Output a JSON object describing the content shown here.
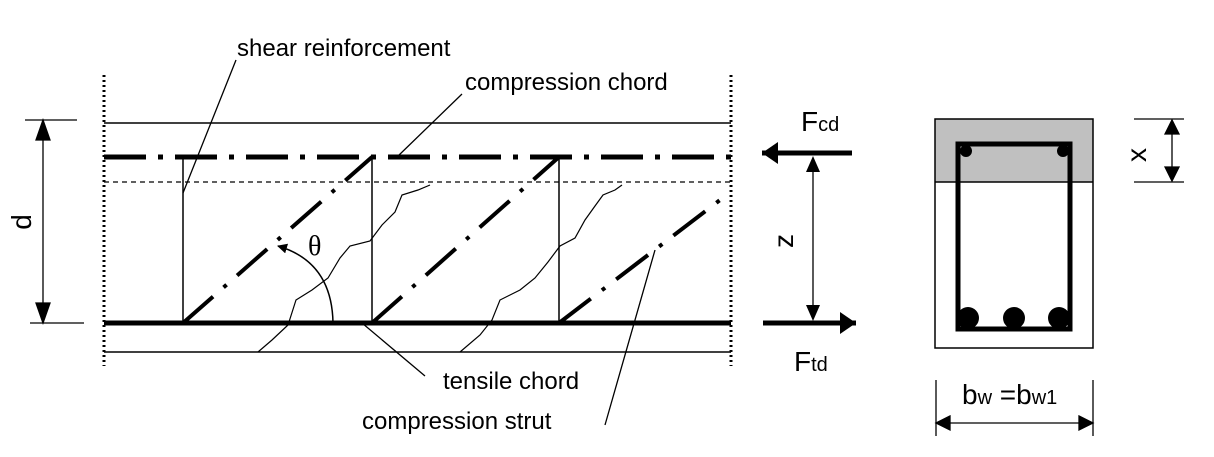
{
  "labels": {
    "shear_reinforcement": "shear reinforcement",
    "compression_chord": "compression chord",
    "tensile_chord": "tensile chord",
    "compression_strut": "compression strut",
    "angle": "θ",
    "depth": "d",
    "lever_arm": "z",
    "neutral_axis_depth": "x"
  },
  "forces": {
    "compression": {
      "symbol": "F",
      "subscript": "cd"
    },
    "tension": {
      "symbol": "F",
      "subscript": "td"
    }
  },
  "section_width": {
    "b": "b",
    "sub1": "w",
    "eq": " =b",
    "sub2": "w1"
  },
  "colors": {
    "line": "#000000",
    "compression_zone": "#c0c0c0"
  }
}
